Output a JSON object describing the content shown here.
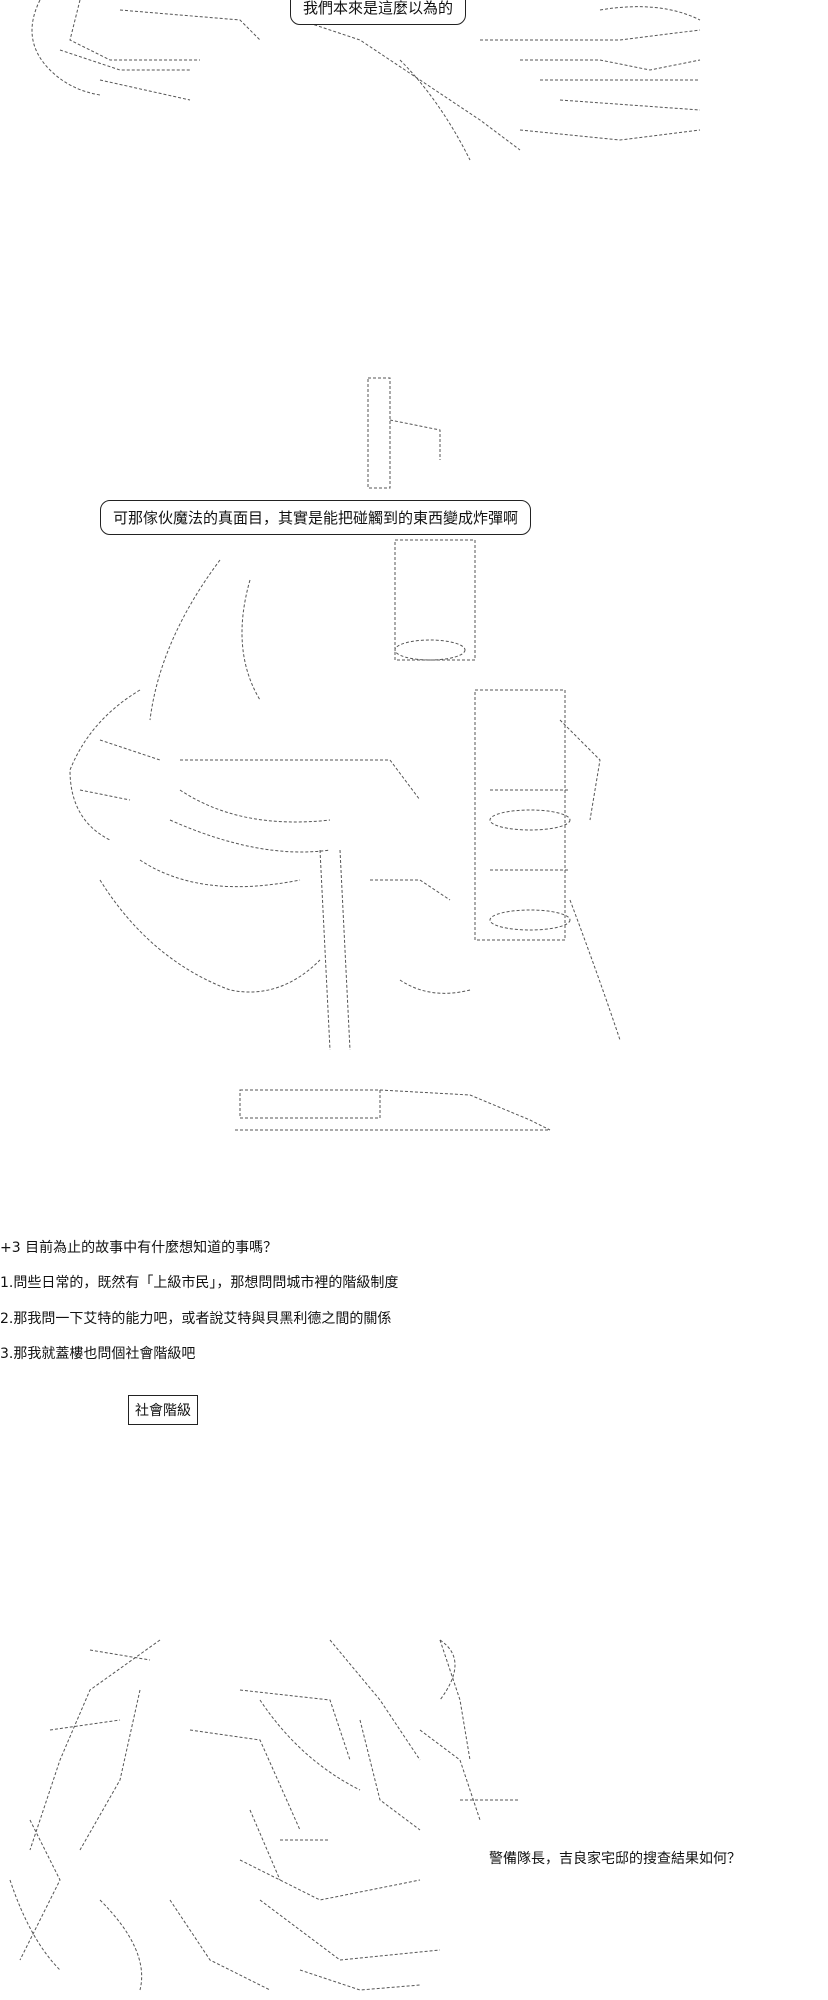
{
  "scene1": {
    "bubble_text": "我們本來是這麼以為的"
  },
  "scene2": {
    "bubble_text": "可那傢伙魔法的真面目，其實是能把碰觸到的東西變成炸彈啊"
  },
  "choices": {
    "heading": "+3 目前為止的故事中有什麼想知道的事嗎？",
    "options": [
      "1.問些日常的，既然有「上級市民」，那想問問城市裡的階級制度",
      "2.那我問一下艾特的能力吧，或者說艾特與貝黑利德之間的關係",
      "3.那我就蓋樓也問個社會階級吧"
    ],
    "selected_label": "社會階級"
  },
  "scene3": {
    "speech_text": "警備隊長，吉良家宅邸的搜查結果如何？"
  }
}
